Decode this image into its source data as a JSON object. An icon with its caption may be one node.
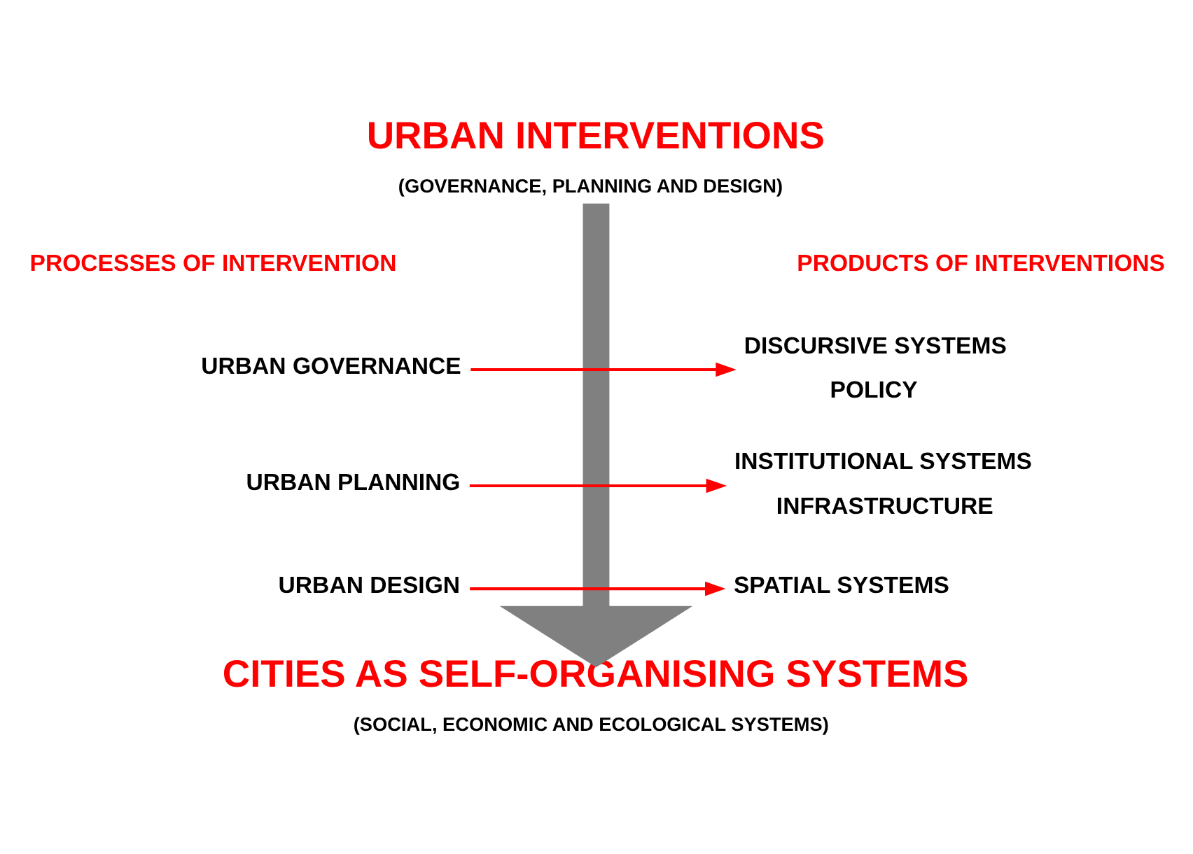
{
  "diagram": {
    "nodes": [
      {
        "text": [
          "URBAN INTERVENTIONS",
          "(GOVERNANCE, PLANNING AND DESIGN)"
        ]
      },
      {
        "text": [
          "URBAN GOVERNANCE"
        ]
      },
      {
        "text": [
          "DISCURSIVE SYSTEMS",
          "POLICY"
        ]
      },
      {
        "text": [
          "URBAN PLANNING"
        ]
      },
      {
        "text": [
          "INSTITUTIONAL SYSTEMS",
          "INFRASTRUCTURE"
        ]
      },
      {
        "text": [
          "URBAN DESIGN"
        ]
      },
      {
        "text": [
          "SPATIAL SYSTEMS"
        ]
      },
      {
        "text": [
          "CITIES AS SELF-ORGANISING SYSTEMS",
          "(SOCIAL, ECONOMIC AND ECOLOGICAL SYSTEMS)"
        ]
      }
    ],
    "edges": [
      {
        "from": 0,
        "to": 7,
        "arrow": "to",
        "style": "thick",
        "color": "#808080"
      },
      {
        "from": 1,
        "to": 2,
        "arrow": "to"
      },
      {
        "from": 3,
        "to": 4,
        "arrow": "to"
      },
      {
        "from": 5,
        "to": 6,
        "arrow": "to"
      }
    ],
    "labels": [
      "PROCESSES OF INTERVENTION",
      "PRODUCTS OF INTERVENTIONS"
    ]
  }
}
